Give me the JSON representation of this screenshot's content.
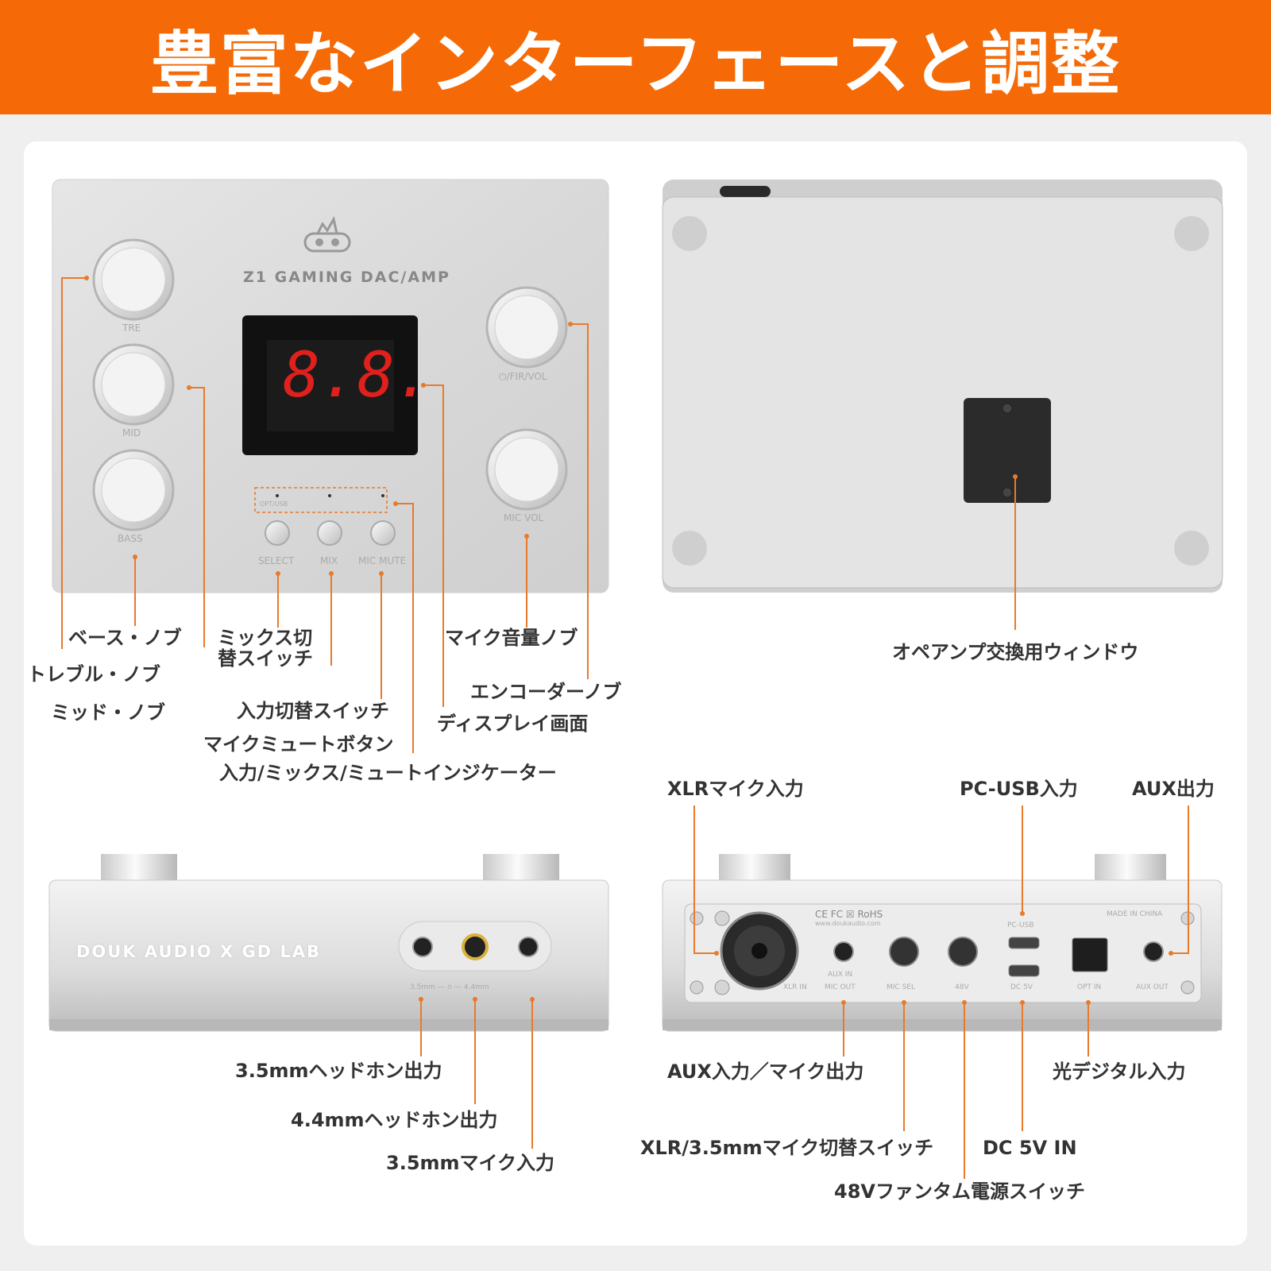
{
  "title": "豊富なインターフェースと調整",
  "top_device": {
    "brand_text": "Z1 GAMING DAC/AMP",
    "display": "8.8.",
    "knob_labels": [
      "TRE",
      "MID",
      "BASS"
    ],
    "encoder_label": "⏻/FIR/VOL",
    "mic_vol_label": "MIC VOL",
    "indicator_label": "OPT/USB",
    "button_labels": [
      "SELECT",
      "MIX",
      "MIC MUTE"
    ]
  },
  "front_device": {
    "brand_text": "DOUK AUDIO X GD LAB",
    "jack_label": "3.5mm — ∩ — 4.4mm"
  },
  "back_device": {
    "cert": "CE FC ☒ RoHS",
    "url": "www.doukaudio.com",
    "made_in": "MADE IN CHINA",
    "port_labels": [
      "XLR IN",
      "AUX IN",
      "MIC OUT",
      "MIC SEL",
      "48V",
      "PC-USB",
      "DC 5V",
      "OPT IN",
      "AUX OUT"
    ]
  },
  "labels": {
    "bass": "ベース・ノブ",
    "treble": "トレブル・ノブ",
    "mid": "ミッド・ノブ",
    "mix_line1": "ミックス切",
    "mix_line2": "替スイッチ",
    "input_switch": "入力切替スイッチ",
    "mic_mute": "マイクミュートボタン",
    "indicator": "入力/ミックス/ミュートインジケーター",
    "mic_volume": "マイク音量ノブ",
    "encoder": "エンコーダーノブ",
    "display": "ディスプレイ画面",
    "opamp": "オペアンプ交換用ウィンドウ",
    "hp35": "3.5mmヘッドホン出力",
    "hp44": "4.4mmヘッドホン出力",
    "mic35": "3.5mmマイク入力",
    "xlr_in": "XLRマイク入力",
    "pcusb": "PC-USB入力",
    "aux_out": "AUX出力",
    "aux_in": "AUX入力／マイク出力",
    "optical": "光デジタル入力",
    "xlr_switch": "XLR/3.5mmマイク切替スイッチ",
    "dc5v": "DC 5V IN",
    "phantom": "48Vファンタム電源スイッチ"
  },
  "colors": {
    "banner": "#f56a06",
    "leader": "#e87a2c",
    "display_digits": "#e0201c"
  }
}
